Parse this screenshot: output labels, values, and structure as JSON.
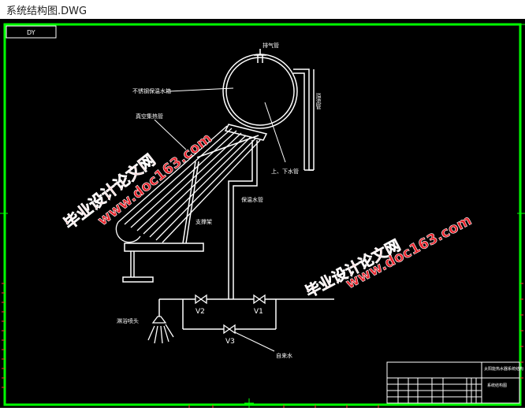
{
  "window": {
    "title": "系统结构图.DWG"
  },
  "drawing": {
    "tag": "DY",
    "labels": {
      "vent": "排气管",
      "tank": "不锈钢保温水箱",
      "vacuum_tube": "真空集热管",
      "updown_pipe": "上、下水管",
      "flow_pipe": "溢流管",
      "bracket": "支撑架",
      "insulated_pipe": "保温水管",
      "shower": "淋浴喷头",
      "valve_v1": "V1",
      "valve_v2": "V2",
      "valve_v3": "V3",
      "tap_water": "自来水"
    },
    "watermarks": [
      {
        "line1": "毕业设计论文网",
        "line2": "www.doc163.com"
      },
      {
        "line1": "毕业设计论文网",
        "line2": "www.doc163.com"
      }
    ],
    "title_block": {
      "title": "太阳能热水器系统结构",
      "subtitle": "系统结构图"
    }
  },
  "colors": {
    "background": "#000000",
    "line": "#ffffff",
    "frame": "#00ff00",
    "watermark": "#e8222a",
    "watermark_outline": "#ffffff"
  }
}
